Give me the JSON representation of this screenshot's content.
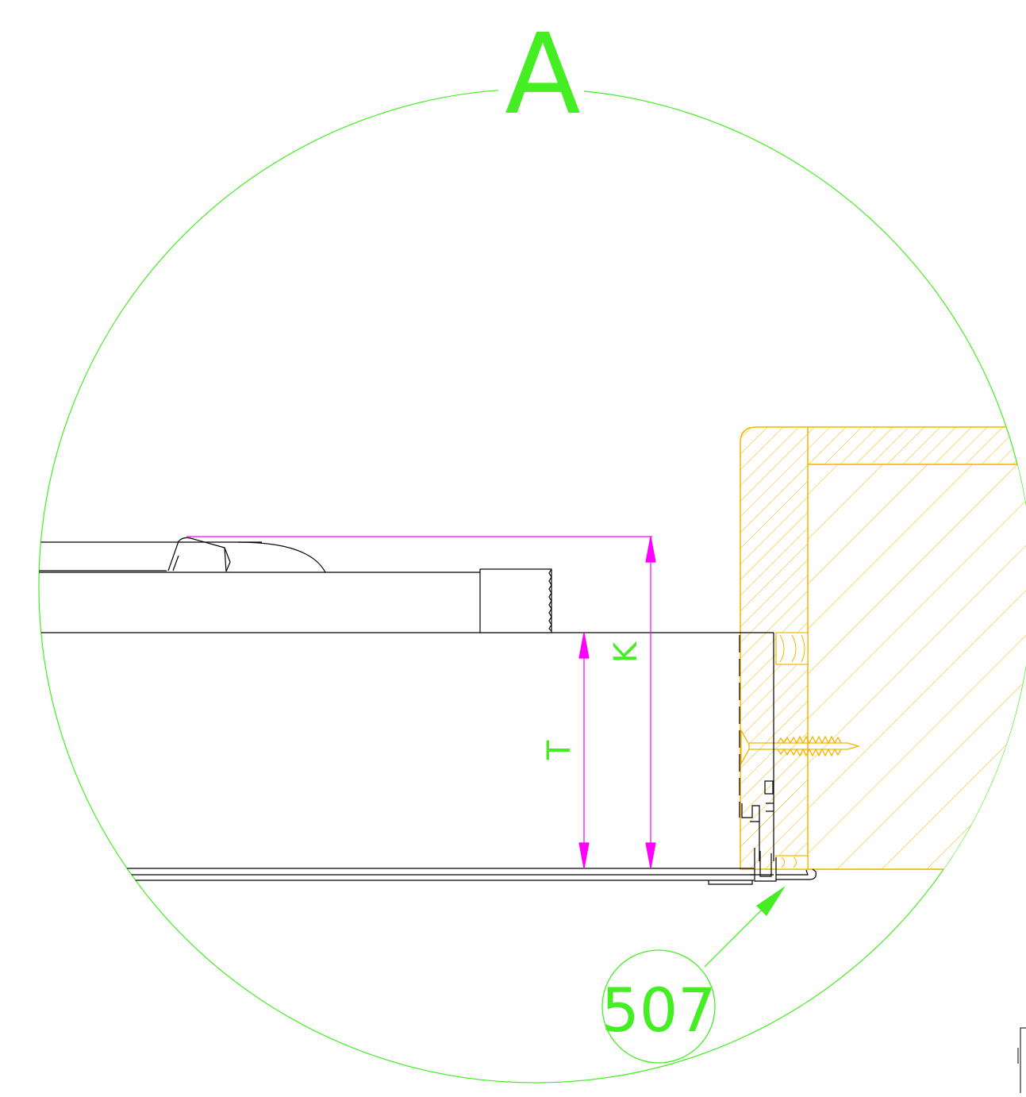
{
  "detail": {
    "title": "A",
    "callout": "507"
  },
  "dimensions": {
    "t_label": "T",
    "k_label": "K"
  },
  "colors": {
    "annotation": "#44ee22",
    "dimension": "#ff00ff",
    "wood": "#f5b400",
    "line": "#000000"
  }
}
